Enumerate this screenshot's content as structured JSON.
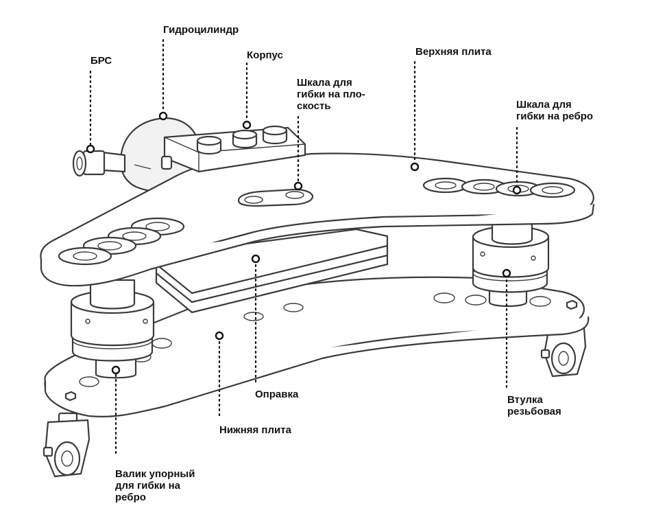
{
  "colors": {
    "ink": "#3a3a3a",
    "label": "#111111",
    "background": "#ffffff"
  },
  "labels": {
    "brs": "БРС",
    "hydro_cylinder": "Гидроцилиндр",
    "body": "Корпус",
    "flat_scale": "Шкала для\nгибки на пло-\nскость",
    "top_plate": "Верхняя плита",
    "edge_scale": "Шкала для\nгибки на ребро",
    "mandrel": "Оправка",
    "bottom_plate": "Нижняя плита",
    "threaded_bushing": "Втулка\nрезьбовая",
    "stop_roller": "Валик упорный\nдля гибки на\nребро"
  }
}
